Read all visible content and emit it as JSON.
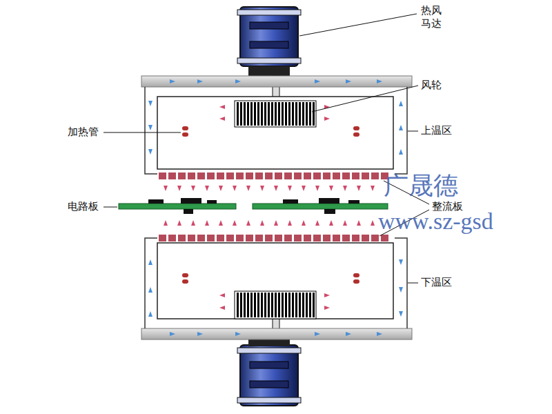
{
  "diagram": {
    "labels": [
      "热风 马达",
      "风轮",
      "加热管",
      "上温区",
      "电路板",
      "整流板",
      "下温区",
      "广晟德",
      "www.sz-gsd"
    ]
  }
}
